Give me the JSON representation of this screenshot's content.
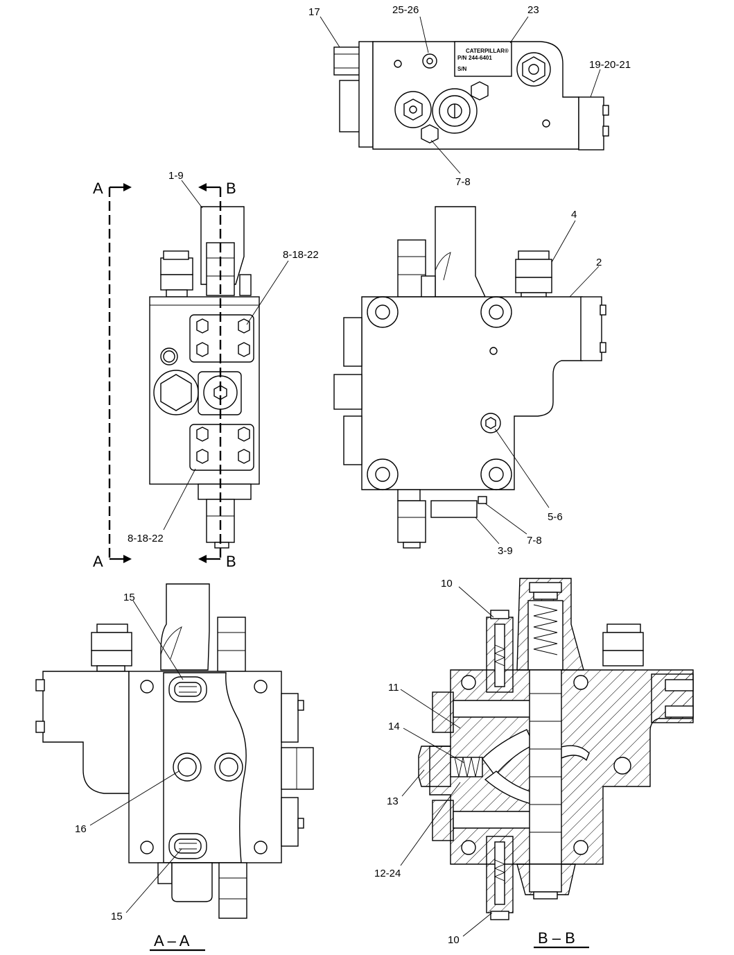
{
  "callouts": {
    "c17": "17",
    "c25_26": "25-26",
    "c23": "23",
    "c19_20_21": "19-20-21",
    "c7_8_top": "7-8",
    "c1_9": "1-9",
    "c8_18_22_upper": "8-18-22",
    "c8_18_22_lower": "8-18-22",
    "c4": "4",
    "c2": "2",
    "c5_6": "5-6",
    "c7_8_mid": "7-8",
    "c3_9": "3-9",
    "c15_upper": "15",
    "c15_lower": "15",
    "c16": "16",
    "c10_upper": "10",
    "c10_lower": "10",
    "c11": "11",
    "c14": "14",
    "c13": "13",
    "c12_24": "12-24"
  },
  "section_markers": {
    "a_top": "A",
    "b_top": "B",
    "a_bottom": "A",
    "b_bottom": "B"
  },
  "view_titles": {
    "section_a": "A – A",
    "section_b": "B – B"
  },
  "nameplate": {
    "brand": "CATERPILLAR®",
    "part_number": "244-6401",
    "pn_label": "P/N",
    "sn_label": "S/N"
  }
}
